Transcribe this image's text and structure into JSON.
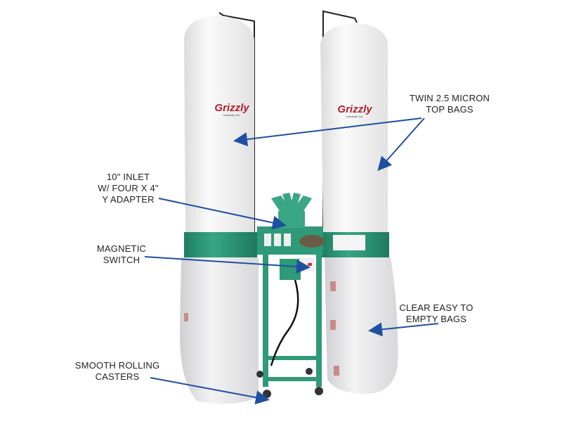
{
  "product": {
    "brand": "Grizzly",
    "brand_sub": "Industrial, Inc.",
    "colors": {
      "green": "#2f9a78",
      "bag_white": "#f2f2f2",
      "arrow": "#1f4fa0",
      "brand_red": "#b3202a"
    }
  },
  "callouts": [
    {
      "id": "top-bags",
      "lines": [
        "TWIN 2.5 MICRON",
        "TOP BAGS"
      ]
    },
    {
      "id": "inlet",
      "lines": [
        "10\" INLET",
        "W/ FOUR X  4\"",
        "Y ADAPTER"
      ]
    },
    {
      "id": "switch",
      "lines": [
        "MAGNETIC",
        "SWITCH"
      ]
    },
    {
      "id": "clear-bags",
      "lines": [
        "CLEAR EASY TO",
        "EMPTY BAGS"
      ]
    },
    {
      "id": "casters",
      "lines": [
        "SMOOTH ROLLING",
        "CASTERS"
      ]
    }
  ]
}
